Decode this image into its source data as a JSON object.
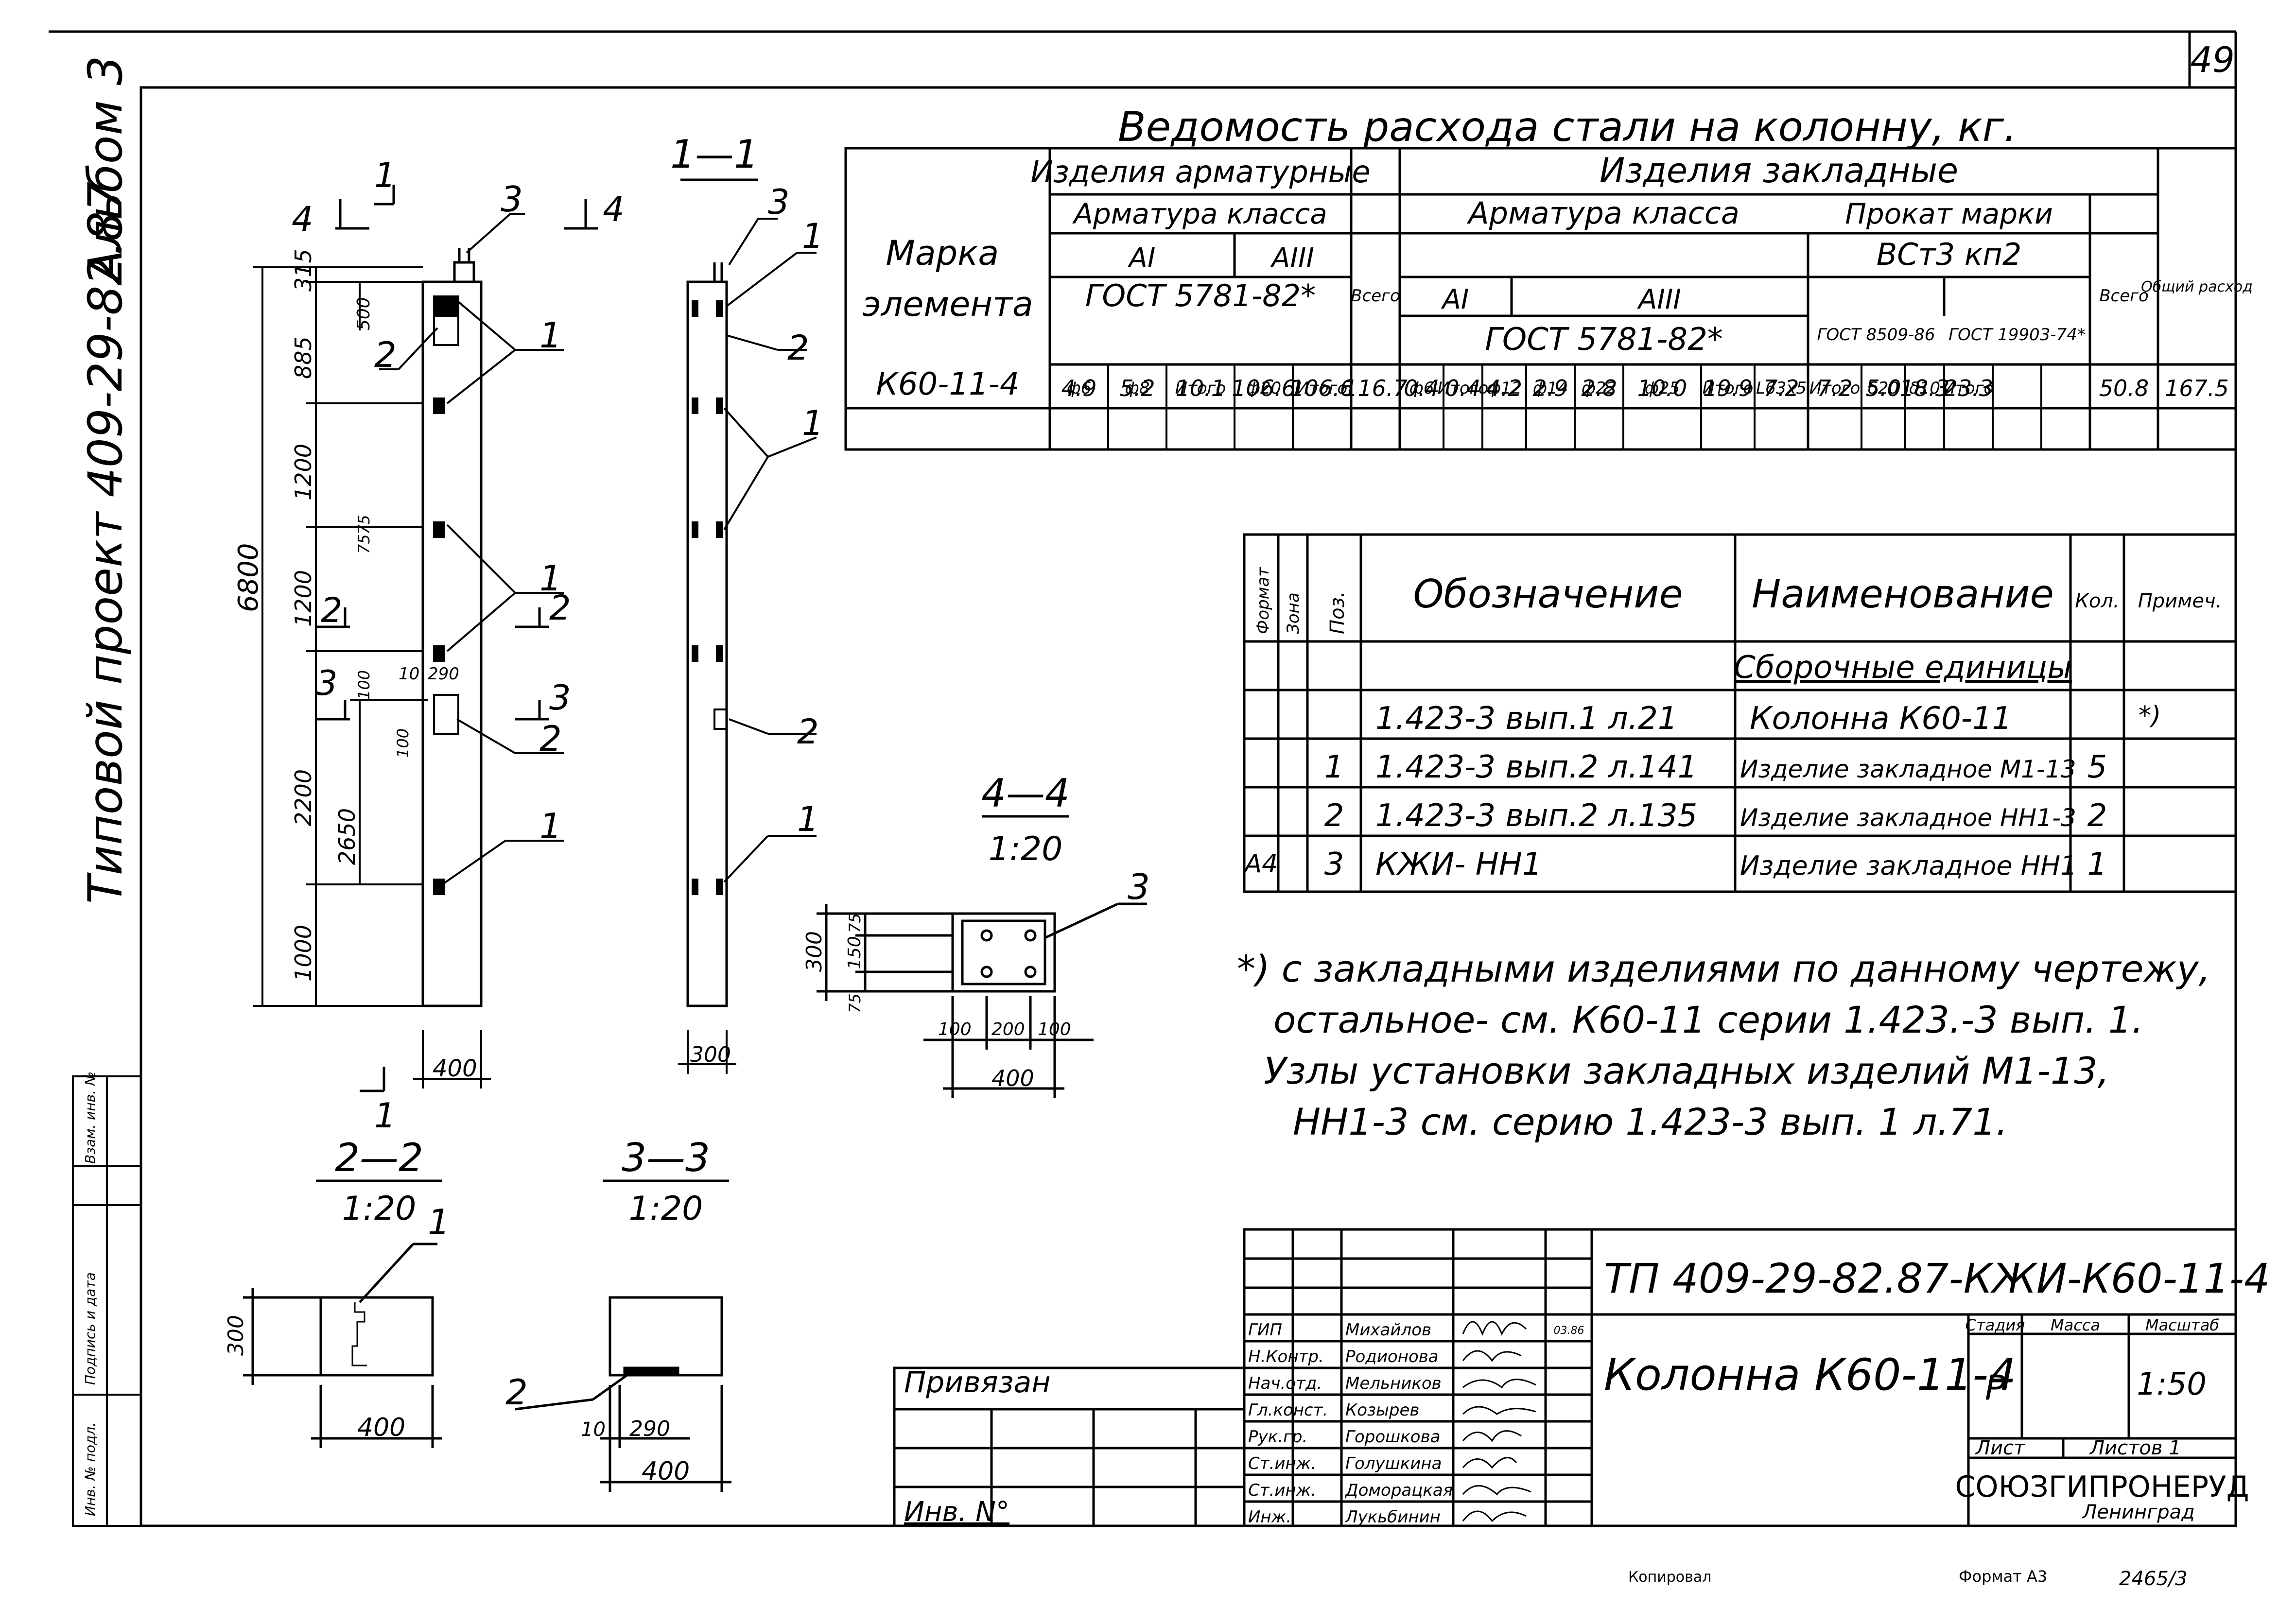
{
  "sheet_number": "49",
  "album": "Альбом 3",
  "project": "Типовой проект 409-29-82.87",
  "steel_table": {
    "title": "Ведомость расхода стали на колонну, кг.",
    "col_mark": "Марка элемента",
    "grp_reinf": "Изделия арматурные",
    "grp_embed": "Изделия закладные",
    "reinf_class": "Арматура класса",
    "embed_reinf_class": "Арматура класса",
    "rolled": "Прокат марки",
    "ai": "AI",
    "aiii": "AIII",
    "gost_reinf": "ГОСТ 5781-82*",
    "gost_embed": "ГОСТ 5781-82*",
    "vst": "ВСт3 кп2",
    "gost_8509": "ГОСТ 8509-86",
    "gost_19903": "ГОСТ 19903-74*",
    "total": "Всего",
    "total_embed": "Всего",
    "grand": "Общий расход",
    "sub_headers": [
      "ф6",
      "ф8",
      "Итого",
      "ф20",
      "Итого",
      "ф6",
      "Итого",
      "ф12",
      "ф14",
      "ф22",
      "ф25",
      "Итого",
      "L63х5",
      "Итого",
      "δ20",
      "δ10",
      "Итого"
    ],
    "row": {
      "mark": "К60-11-4",
      "values": [
        "4.9",
        "5.2",
        "10.1",
        "106.6",
        "106.6",
        "116.7",
        "0.4",
        "0.4",
        "4.2",
        "2.9",
        "2.8",
        "10.0",
        "19.9",
        "7.2",
        "7.2",
        "5.0",
        "18.3",
        "23.3",
        "50.8",
        "167.5"
      ]
    }
  },
  "spec_table": {
    "h_format": "Формат",
    "h_zone": "Зона",
    "h_pos": "Поз.",
    "h_designation": "Обозначение",
    "h_name": "Наименование",
    "h_qty": "Кол.",
    "h_note": "Примеч.",
    "section": "Сборочные единицы",
    "rows": [
      {
        "format": "",
        "pos": "",
        "designation": "1.423-3 вып.1 л.21",
        "name": "Колонна К60-11",
        "qty": "",
        "note": "*)"
      },
      {
        "format": "",
        "pos": "1",
        "designation": "1.423-3 вып.2 л.141",
        "name": "Изделие закладное М1-13",
        "qty": "5",
        "note": ""
      },
      {
        "format": "",
        "pos": "2",
        "designation": "1.423-3 вып.2 л.135",
        "name": "Изделие закладное НН1-3",
        "qty": "2",
        "note": ""
      },
      {
        "format": "А4",
        "pos": "3",
        "designation": "КЖИ- НН1",
        "name": "Изделие закладное НН1",
        "qty": "1",
        "note": ""
      }
    ]
  },
  "notes": [
    "*) с закладными изделиями по данному чертежу,",
    "остальное- см. К60-11 серии 1.423.-3 вып. 1.",
    "Узлы установки закладных изделий М1-13,",
    "НН1-3 см. серию 1.423-3 вып. 1 л.71."
  ],
  "title_block": {
    "code": "ТП 409-29-82.87-КЖИ-К60-11-4",
    "name": "Колонна К60-11-4",
    "stage_label": "Стадия",
    "mass_label": "Масса",
    "scale_label": "Масштаб",
    "stage": "Р",
    "scale": "1:50",
    "sheet_label": "Лист",
    "sheets_label": "Листов 1",
    "org": "СОЮЗГИПРОНЕРУД",
    "city": "Ленинград",
    "date": "03.86",
    "roles": [
      {
        "role": "ГИП",
        "name": "Михайлов"
      },
      {
        "role": "Н.Контр.",
        "name": "Родионова"
      },
      {
        "role": "Нач.отд.",
        "name": "Мельников"
      },
      {
        "role": "Гл.конст.",
        "name": "Козырев"
      },
      {
        "role": "Рук.гр.",
        "name": "Горошкова"
      },
      {
        "role": "Ст.инж.",
        "name": "Голушкина"
      },
      {
        "role": "Ст.инж.",
        "name": "Доморацкая"
      },
      {
        "role": "Инж.",
        "name": "Лукьбинин"
      }
    ],
    "privyazan": "Привязан",
    "inv": "Инв. N°"
  },
  "left_strip": [
    "Инв. № подл.",
    "Подпись и дата",
    "Взам. инв. №"
  ],
  "footer": {
    "copied": "Копировал",
    "format": "Формат А3",
    "num": "2465/3"
  },
  "drawing": {
    "cut_1": "1",
    "cut_2": "2",
    "cut_3": "3",
    "cut_4": "4",
    "dims_main": [
      "315",
      "885",
      "1200",
      "1200",
      "2200",
      "1000",
      "6800",
      "2650",
      "500",
      "75",
      "75",
      "100",
      "100",
      "10",
      "290",
      "400"
    ],
    "pos_labels": [
      "1",
      "2",
      "3"
    ],
    "sec_1_1": "1—1",
    "sec_2_2": "2—2",
    "sec_3_3": "3—3",
    "sec_4_4": "4—4",
    "scale_20": "1:20",
    "dim_300": "300",
    "dim_400": "400",
    "dim_150": "150",
    "dim_75": "75",
    "dim_100": "100",
    "dim_200": "200",
    "dim_10": "10",
    "dim_290": "290"
  }
}
